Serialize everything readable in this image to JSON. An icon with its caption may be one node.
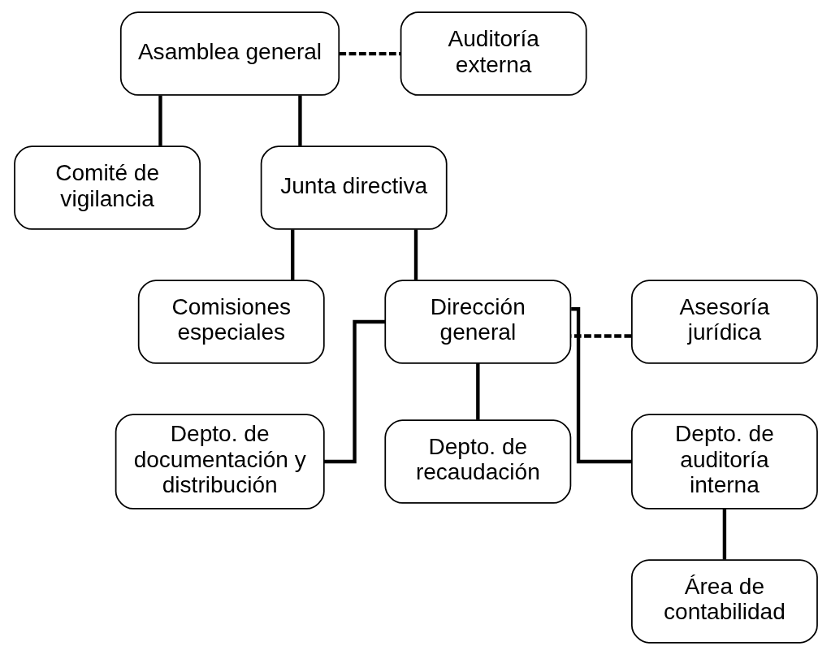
{
  "diagram": {
    "nodes": [
      {
        "text": [
          "Asamblea general"
        ]
      },
      {
        "text": [
          "Auditoría externa"
        ]
      },
      {
        "text": [
          "Comité de vigilancia"
        ]
      },
      {
        "text": [
          "Junta directiva"
        ]
      },
      {
        "text": [
          "Comisiones especiales"
        ]
      },
      {
        "text": [
          "Asesoría jurídica"
        ]
      },
      {
        "text": [
          "Dirección general"
        ]
      },
      {
        "text": [
          "Depto. de documentación y distribución"
        ]
      },
      {
        "text": [
          "Depto. de recaudación"
        ]
      },
      {
        "text": [
          "Depto. de auditoría  interna"
        ]
      },
      {
        "text": [
          "Área de contabilidad"
        ]
      }
    ],
    "edges": [
      {
        "from": 0,
        "to": 1,
        "arrow": "none",
        "style": "dashed"
      },
      {
        "from": 0,
        "to": 3,
        "arrow": "none"
      },
      {
        "from": 0,
        "to": 2,
        "arrow": "none"
      },
      {
        "from": 3,
        "to": 6,
        "arrow": "none"
      },
      {
        "from": 3,
        "to": 4,
        "arrow": "none"
      },
      {
        "from": 5,
        "to": 6,
        "arrow": "none",
        "style": "dashed"
      },
      {
        "from": 6,
        "to": 7,
        "arrow": "none"
      },
      {
        "from": 6,
        "to": 8,
        "arrow": "none"
      },
      {
        "from": 6,
        "to": 9,
        "arrow": "none"
      },
      {
        "from": 9,
        "to": 10,
        "arrow": "none"
      }
    ]
  }
}
